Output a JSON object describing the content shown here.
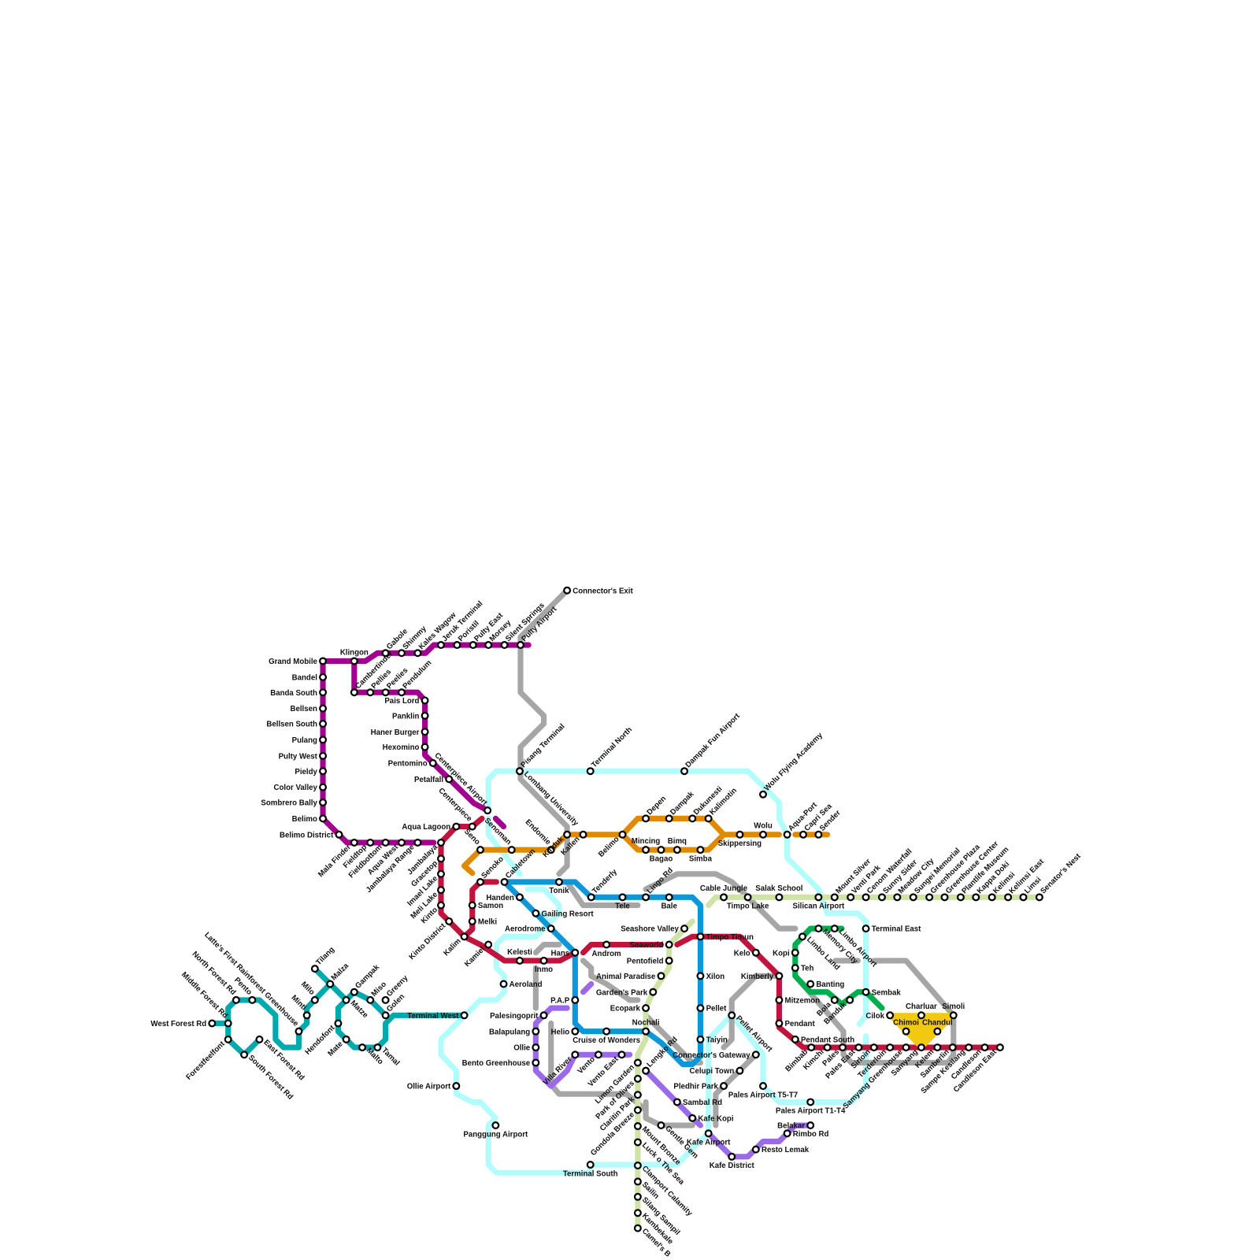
{
  "colors": {
    "magenta": "#a2008f",
    "red": "#c0143c",
    "orange": "#e08a00",
    "blue": "#0b97d8",
    "cyan": "#b3fcfc",
    "gray": "#a6a6a6",
    "lime": "#cfe3a6",
    "purple": "#9b6ae8",
    "green": "#00ae4f",
    "teal": "#00a9ae",
    "yellow": "#f2c811"
  },
  "stations": [
    "Grand Mobile",
    "Bandel",
    "Banda South",
    "Bellsen",
    "Bellsen South",
    "Pulang",
    "Pulty West",
    "Pieldy",
    "Color Valley",
    "Sombrero Bally",
    "Belimo",
    "Belimo District",
    "Mala Finder",
    "Fieldtop",
    "Fieldbottom",
    "Aqua West",
    "Jambalaya Range",
    "Klingon",
    "Gabole",
    "Shimmy",
    "Kales Wagow",
    "Jeruk Terminal",
    "Poristil",
    "Pulty East",
    "Morsey",
    "Silent Springs",
    "Pulty Airport",
    "Cambertinder",
    "Pellies",
    "Peelies",
    "Pendulum",
    "Pais Lord",
    "Panklin",
    "Haner Burger",
    "Hexomino",
    "Pentomino",
    "Petalfall",
    "Centerpiece Airport",
    "Aqua Lagoon",
    "Centerpiece",
    "Jambalaya",
    "Gracetop",
    "Imael Lake",
    "Meli Lake",
    "Kinto",
    "Kinto District",
    "Kalim",
    "Senoko",
    "Samon",
    "Melki",
    "Kamiel",
    "Kelesti",
    "Inmo",
    "Hans",
    "Androm",
    "Seaworld",
    "Timpo Timun",
    "Kelo",
    "Kimberly",
    "Mitzemon",
    "Pendant",
    "Pendant South",
    "Bimbab",
    "Kimchi",
    "Pales",
    "Pales East",
    "Sirloin",
    "Terderloin",
    "Samyang Greenhouse",
    "Samyang",
    "Kelem",
    "Samberlin",
    "Sampe Kesilang",
    "Candleson",
    "Candleson East",
    "Seno",
    "Senoman",
    "Endomie",
    "Kinduk",
    "Kallen",
    "Belimo",
    "Depen",
    "Dampak",
    "Dukunesti",
    "Kalimotin",
    "Mincing",
    "Bagao",
    "Bimq",
    "Simba",
    "Skippersing",
    "Wolu",
    "Aqua-Port",
    "Capri Sea",
    "Sender",
    "Cabletown",
    "Tonik",
    "Tenderly",
    "Tele",
    "Lingo Rd",
    "Bale",
    "Handen",
    "Gailing Resort",
    "Aerodrome",
    "P.A.P",
    "Helio",
    "Cruise of Wonders",
    "Nochali",
    "Lengko Rd",
    "Xilon",
    "Pellet",
    "Taiyin",
    "Pisang Terminal",
    "Lombang University",
    "Terminal North",
    "Dampak Fun Airport",
    "Wolu Flying Academy",
    "Silican Airport",
    "Terminal East",
    "Pales Airport T5-T7",
    "Pales Airport T1-T4",
    "Pellet Airport",
    "Kafe Airport",
    "Terminal South",
    "Panggung Airport",
    "Ollie Airport",
    "Aeroland",
    "Connector's Exit",
    "Cable Jungle",
    "Timpo Lake",
    "Salak School",
    "Mount Silver",
    "Venti Park",
    "Cenom Waterfall",
    "Sunny Sider",
    "Meadow City",
    "Sungei Memorial",
    "Greenhouse Plaza",
    "Greenhouse Center",
    "Plantlife Museum",
    "Kappa Doki",
    "Kelimsi",
    "Kelimsi East",
    "Limsi",
    "Senator's Nest",
    "Seashore Valley",
    "Pentofield",
    "Animal Paradise",
    "Garden's Park",
    "Ecopark",
    "Limon Garden",
    "Park of Olives",
    "Claritin Park",
    "Gondola Breeze",
    "Mount Bronze",
    "Luck o The Sea",
    "Clamport Calamity",
    "Sailin",
    "Silang Sampil",
    "Kambekale",
    "Camel's B",
    "Villa River",
    "Vento",
    "Vento East",
    "Palesingoprit",
    "Balapulang",
    "Ollie",
    "Bento Greenhouse",
    "Sambal Rd",
    "Kafe Kopi",
    "Kafe District",
    "Resto Lemak",
    "Rimbo Rd",
    "Belakar",
    "Gentle Gem",
    "Celupi Town",
    "Pledhir Park",
    "Connector's Gateway",
    "Kopi",
    "Limbo Land",
    "Memory City",
    "Limbo Airport",
    "Teh",
    "Banting",
    "Bola",
    "Banduk",
    "Sembak",
    "Cilok",
    "Charluar",
    "Simoli",
    "Chimoi",
    "Chandul",
    "West Forest Rd",
    "Middle Forest Rd",
    "North Forest Rd",
    "Pento",
    "Latte's First Rainforest Greenhouse",
    "Forestfeelfont",
    "South Forest Rd",
    "East Forest Rd",
    "Minti",
    "Milo",
    "Tilang",
    "Malza",
    "Gampak",
    "Miso",
    "Greeny",
    "Golen",
    "Matze",
    "Hendofont",
    "Mate",
    "Malto",
    "Tamal",
    "Terminal West"
  ]
}
